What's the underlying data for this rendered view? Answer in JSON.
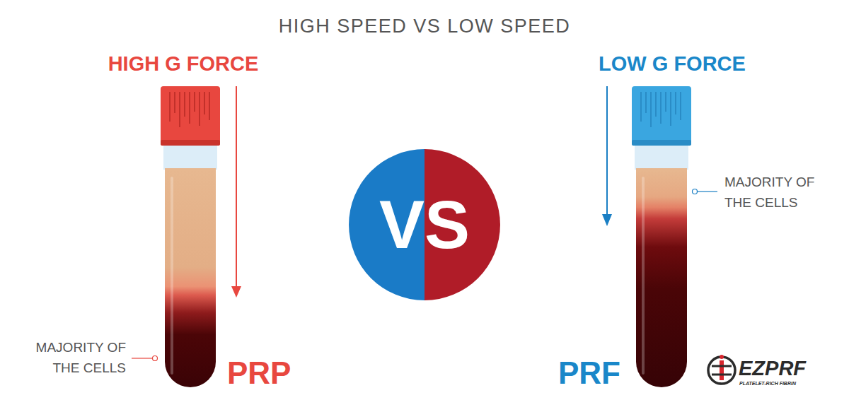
{
  "diagram": {
    "title": "HIGH SPEED VS LOW SPEED",
    "nodes": [
      {
        "text": [
          "VS"
        ]
      }
    ],
    "labels": [
      "HIGH G FORCE",
      "LOW G FORCE",
      "MAJORITY OF THE CELLS",
      "MAJORITY OF THE CELLS",
      "PRP",
      "PRF",
      "EZPRF",
      "PLATELET-RICH FIBRIN"
    ]
  }
}
